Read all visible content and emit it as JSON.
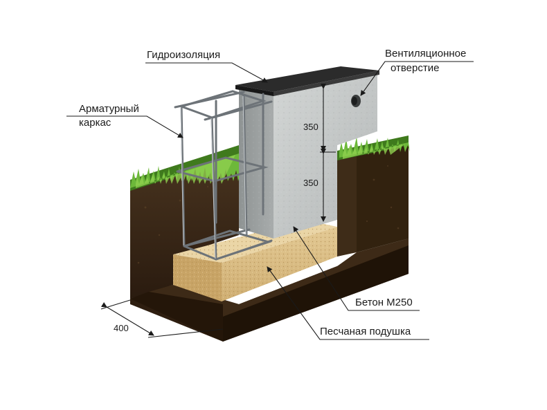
{
  "labels": {
    "waterproofing": "Гидроизоляция",
    "vent_line1": "Вентиляционное",
    "vent_line2": "отверстие",
    "rebar_line1": "Арматурный",
    "rebar_line2": "каркас",
    "concrete": "Бетон М250",
    "sand": "Песчаная подушка"
  },
  "dimensions": {
    "upper_height": "350",
    "lower_height": "350",
    "width": "400"
  },
  "colors": {
    "soil_dark": "#2a1b0f",
    "soil_mid": "#4a3520",
    "concrete_front": "#c4c7c6",
    "concrete_side": "#9fa3a3",
    "sand_top": "#e6cf9c",
    "sand_front": "#d9bc84",
    "grass": "#5ea52f",
    "membrane": "#2b2b2b"
  }
}
